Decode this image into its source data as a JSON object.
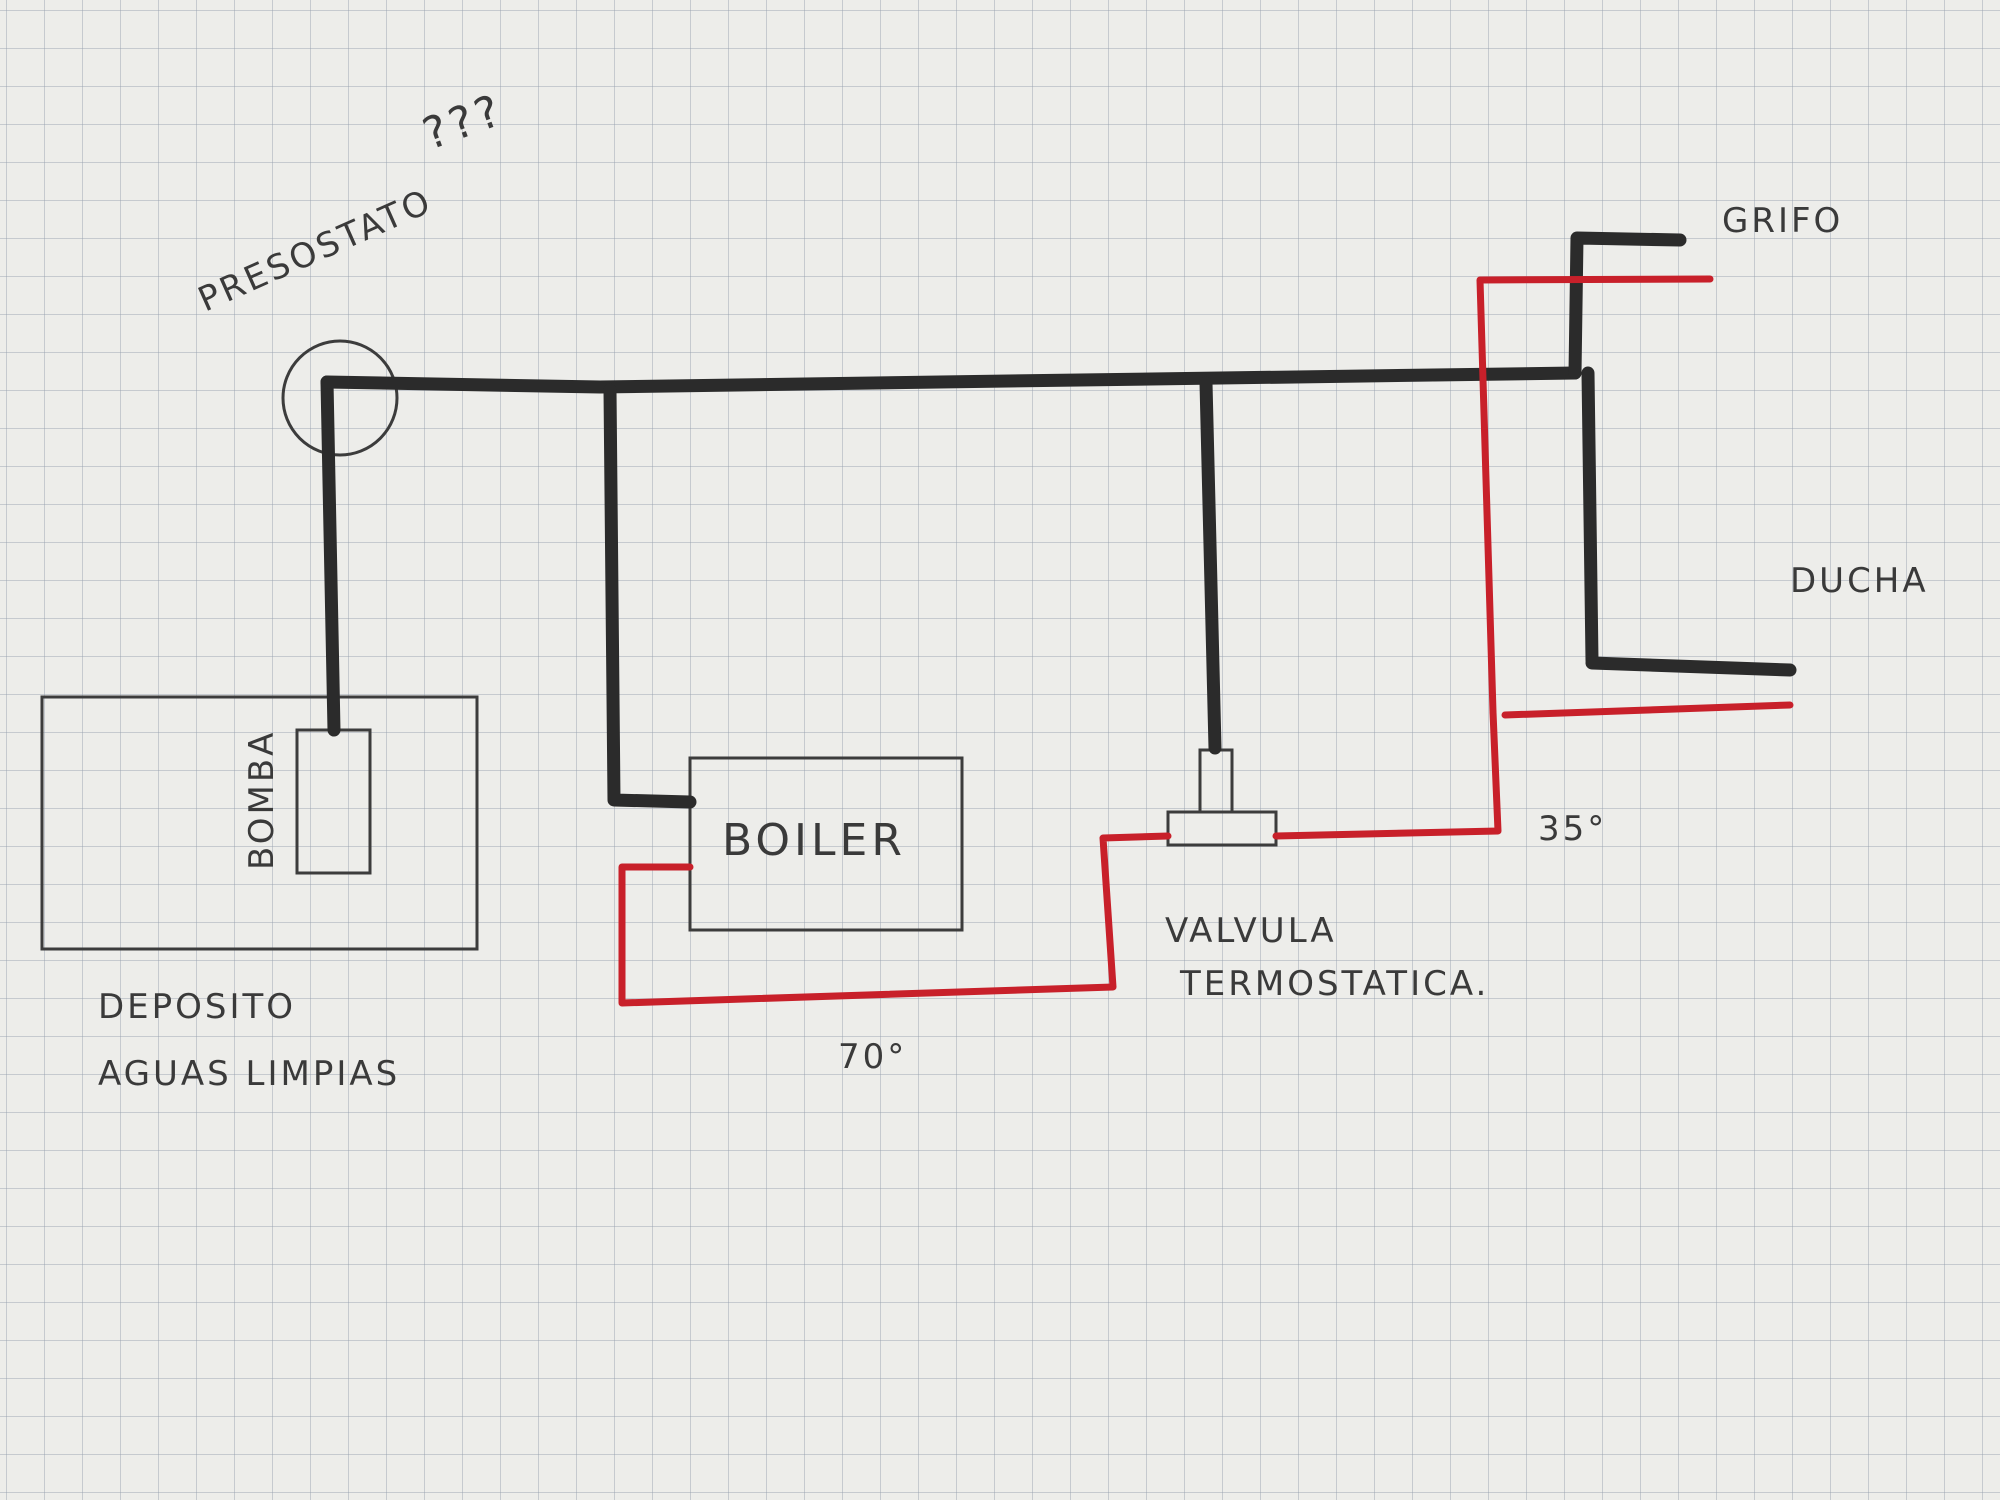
{
  "labels": {
    "presostato": "PRESOSTATO",
    "question_marks": "???",
    "grifo": "GRIFO",
    "ducha": "DUCHA",
    "bomba": "BOMBA",
    "boiler": "BOILER",
    "deposito_line1": "DEPOSITO",
    "deposito_line2": "AGUAS LIMPIAS",
    "valvula_line1": "VALVULA",
    "valvula_line2": "TERMOSTATICA.",
    "temp_hot": "70°",
    "temp_mixed": "35°"
  },
  "colors": {
    "cold_pipe": "#2b2b2b",
    "hot_pipe": "#c8202a",
    "outline": "#3c3c3c",
    "grid": "#9aa0ab",
    "paper": "#ededea"
  }
}
